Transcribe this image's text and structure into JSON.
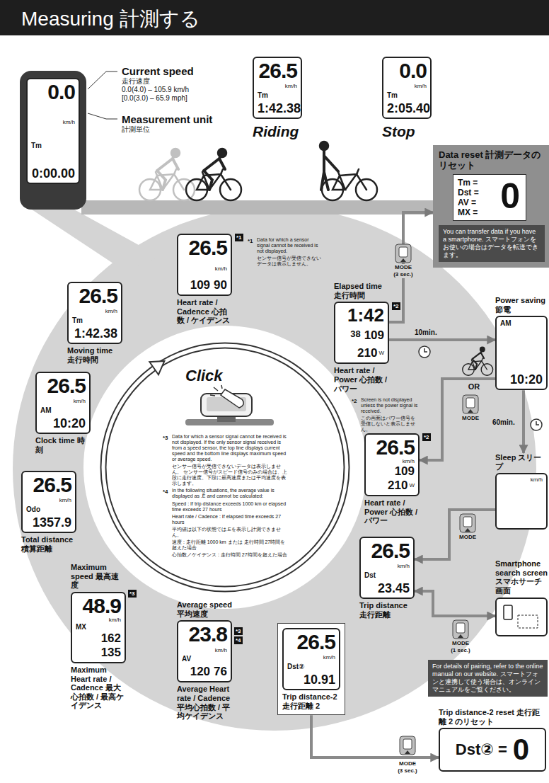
{
  "diagram": {
    "title": "Measuring 計測する",
    "nodes": [
      {
        "text": [
          "0.0",
          "km/h",
          "Tm",
          "0:00.00"
        ]
      },
      {
        "text": [
          "26.5",
          "km/h",
          "Tm",
          "1:42.38",
          "Riding"
        ]
      },
      {
        "text": [
          "0.0",
          "km/h",
          "Tm",
          "2:05.40",
          "Stop"
        ]
      },
      {
        "text": [
          "Data reset 計測データのリセット"
        ]
      },
      {
        "text": [
          "Tm =",
          "Dst =",
          "AV =",
          "MX =",
          "0"
        ],
        "in": 3
      },
      {
        "text": [
          "You can transfer data if you have a smartphone. スマートフォンをお使いの場合はデータを転送できます。"
        ],
        "in": 3
      },
      {
        "text": [
          "26.5",
          "km/h",
          "109",
          "90",
          "Heart rate / Cadence 心拍数 / ケイデンス"
        ]
      },
      {
        "text": [
          "Elapsed time 走行時間",
          "1:42",
          "38",
          "109",
          "210",
          "W",
          "Heart rate / Power 心拍数 / パワー"
        ]
      },
      {
        "text": [
          "26.5",
          "km/h",
          "109",
          "210",
          "W",
          "Heart rate / Power 心拍数 / パワー"
        ]
      },
      {
        "text": [
          "26.5",
          "km/h",
          "Dst",
          "23.45",
          "Trip distance 走行距離"
        ]
      },
      {
        "text": [
          "26.5",
          "km/h",
          "Dst②",
          "10.91",
          "Trip distance-2 走行距離 2"
        ]
      },
      {
        "text": [
          "Average speed 平均速度",
          "23.8",
          "km/h",
          "AV",
          "120",
          "76",
          "Average Heart rate / Cadence 平均心拍数 / 平均ケイデンス"
        ]
      },
      {
        "text": [
          "Maximum speed 最高速度",
          "48.9",
          "km/h",
          "MX",
          "162",
          "135",
          "Maximum Heart rate / Cadence 最大心拍数 / 最高ケイデンス"
        ]
      },
      {
        "text": [
          "26.5",
          "km/h",
          "Odo",
          "1357.9",
          "Total distance 積算距離"
        ]
      },
      {
        "text": [
          "26.5",
          "km/h",
          "AM",
          "10:20",
          "Clock time 時刻"
        ]
      },
      {
        "text": [
          "26.5",
          "km/h",
          "Tm",
          "1:42.38",
          "Moving time 走行時間"
        ]
      },
      {
        "text": [
          "Power saving 節電",
          "AM",
          "10:20"
        ]
      },
      {
        "text": [
          "Sleep スリープ",
          "km/h"
        ]
      },
      {
        "text": [
          "Smartphone search screen スマホサーチ画面"
        ]
      },
      {
        "text": [
          "For details of pairing, refer to the online manual on our website. スマートフォンと連携して使う場合は、オンラインマニュアルをご覧ください。"
        ]
      },
      {
        "text": [
          "Trip distance-2 reset 走行距離 2 のリセット",
          "Dst② =",
          "0"
        ]
      }
    ],
    "edges": [
      {
        "from": 7,
        "to": 3,
        "arrow": "to"
      },
      {
        "from": 7,
        "to": 16,
        "label": "10min.",
        "arrow": "to"
      },
      {
        "from": 16,
        "to": 8,
        "arrow": "to"
      },
      {
        "from": 16,
        "to": 17,
        "label": "60min.",
        "arrow": "to"
      },
      {
        "from": 17,
        "to": 9,
        "arrow": "to"
      },
      {
        "from": 9,
        "to": 18,
        "arrow": "both"
      },
      {
        "from": 10,
        "to": 20,
        "arrow": "to"
      }
    ],
    "labels": [
      "Current speed",
      "走行速度",
      "0.0(4.0) – 105.9 km/h",
      "[0.0(3.0) – 65.9 mph]",
      "Measurement unit",
      "計測単位",
      "MODE",
      "(3 sec.)",
      "*1",
      "*1",
      "Data for which a sensor signal cannot be received is not displayed.",
      "センサー信号が受信できないデータは表示しません。",
      "*2",
      "*2",
      "Screen is not displayed unless the power signal is received.",
      "この画面はパワー信号を受信しないと表示しません。",
      "*2",
      "Click",
      "*3",
      "Data for which a sensor signal cannot be received is not displayed. If the only sensor signal received is from a speed sensor, the top line displays current speed and the bottom line displays maximum speed or average speed.",
      "センサー信号が受信できないデータは表示しません。 センサー信号がスピード信号のみの場合は、上段に走行速度、下段に最高速度または平均速度を表示します。",
      "*4",
      "In the following situations, the average value is displayed as .E and cannot be calculated:",
      "Speed : If trip distance exceeds 1000 km or elapsed time exceeds 27 hours",
      "Heart rate / Cadence : If elapsed time exceeds 27 hours",
      "平均値は以下の状態では.Eを表示し計測できません。",
      "速度 : 走行距離 1000 km または 走行時間 27時間を超えた場合",
      "心拍数／ケイデンス : 走行時間 27時間を超えた場合",
      "*3",
      "*4",
      "*3",
      "OR",
      "MODE",
      "MODE",
      "MODE",
      "(1 sec.)",
      "MODE",
      "(3 sec.)"
    ]
  }
}
